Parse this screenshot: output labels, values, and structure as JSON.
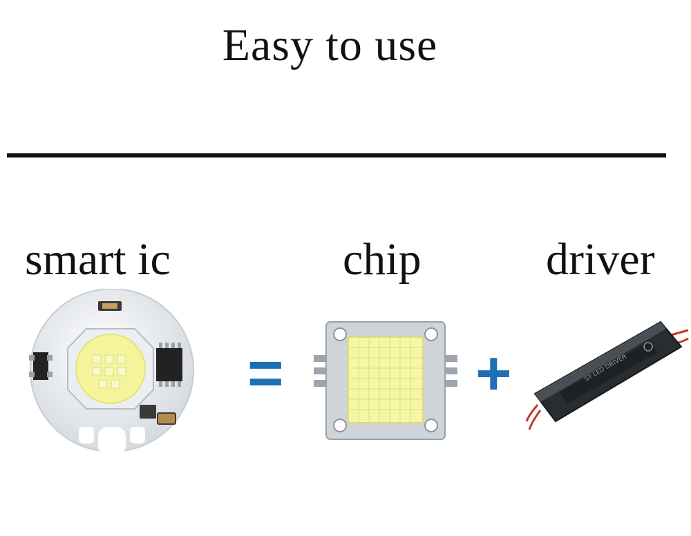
{
  "title": "Easy to use",
  "labels": {
    "smart_ic": "smart ic",
    "chip": "chip",
    "driver": "driver"
  },
  "operators": {
    "equals": "=",
    "plus": "+"
  },
  "colors": {
    "operator": "#1f6fb5",
    "led_yellow": "#f4f59a",
    "text": "#111111"
  },
  "icons": [
    "smart-ic-board-icon",
    "led-chip-icon",
    "led-driver-icon"
  ]
}
